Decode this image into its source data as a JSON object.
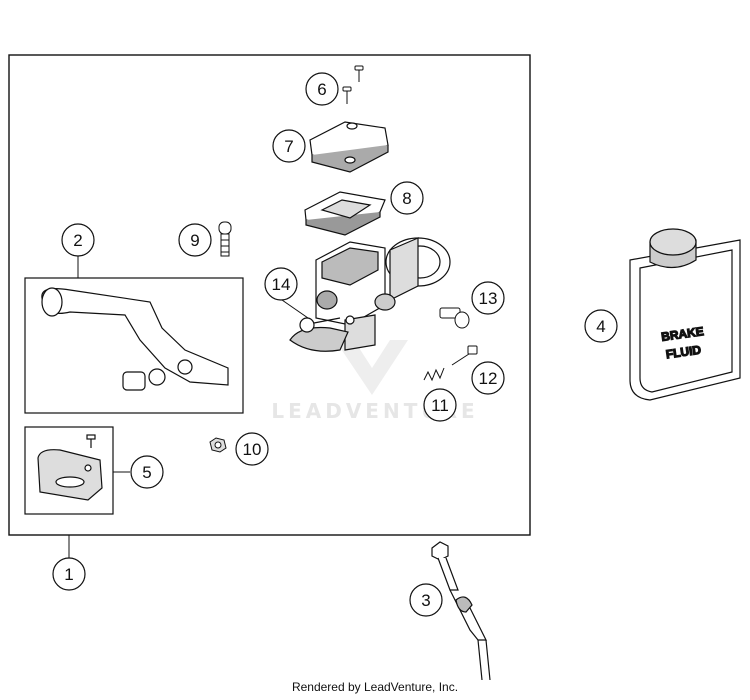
{
  "callouts": [
    {
      "id": "1",
      "label": "1"
    },
    {
      "id": "2",
      "label": "2"
    },
    {
      "id": "3",
      "label": "3"
    },
    {
      "id": "4",
      "label": "4"
    },
    {
      "id": "5",
      "label": "5"
    },
    {
      "id": "6",
      "label": "6"
    },
    {
      "id": "7",
      "label": "7"
    },
    {
      "id": "8",
      "label": "8"
    },
    {
      "id": "9",
      "label": "9"
    },
    {
      "id": "10",
      "label": "10"
    },
    {
      "id": "11",
      "label": "11"
    },
    {
      "id": "12",
      "label": "12"
    },
    {
      "id": "13",
      "label": "13"
    },
    {
      "id": "14",
      "label": "14"
    }
  ],
  "bottle_label": {
    "line1": "BRAKE",
    "line2": "FLUID"
  },
  "watermark": "LEADVENTURE",
  "footer": "Rendered by LeadVenture, Inc."
}
